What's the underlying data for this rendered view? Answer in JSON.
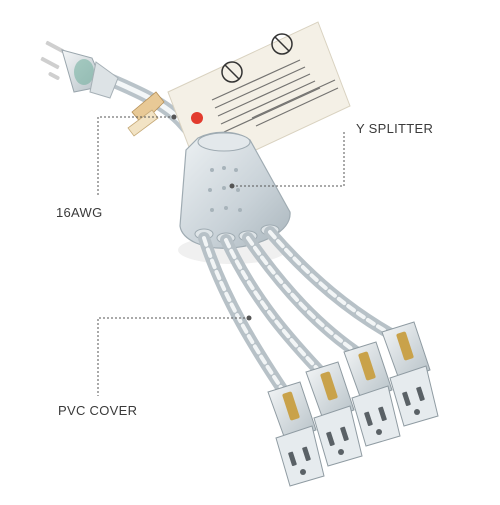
{
  "labels": {
    "y_splitter": "Y SPLITTER",
    "awg": "16AWG",
    "pvc_cover": "PVC COVER"
  },
  "colors": {
    "background": "#ffffff",
    "cable": "#cfd6db",
    "splitter_body": "#c9d2d8",
    "tag_paper": "#f4f0e6",
    "tag_dot": "#e23b2e",
    "prong": "#d9d9d9",
    "contact_brass": "#c9a24a",
    "leader_line": "#555555"
  },
  "icons": {
    "plug": "three-prong-plug-icon",
    "warning": "warning-pictogram-icon"
  }
}
